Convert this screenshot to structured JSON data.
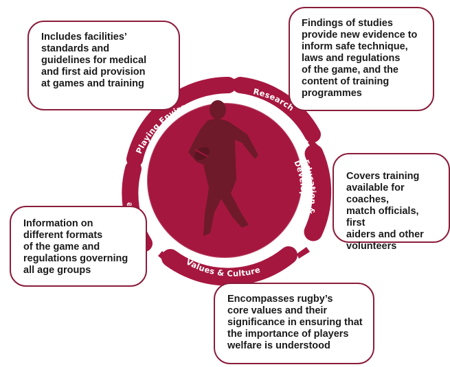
{
  "boxes": {
    "playing": "Includes facilities’\nstandards and\nguidelines for medical\nand first aid provision\nat games and training",
    "research": "Findings of studies\nprovide new evidence to\ninform safe technique,\nlaws and regulations\nof the game, and the\ncontent of training\nprogrammes",
    "education": "Covers training\navailable for coaches,\nmatch officials, first\naiders and other\nvolunteers",
    "game": "Information on\ndifferent formats\nof the game and\nregulations governing\nall age groups",
    "values": "Encompasses rugby’s\ncore values and their\nsignificance in ensuring that\nthe importance of players\nwelfare is understood"
  },
  "ring_labels": {
    "playing": "Playing Environment",
    "research": "Research",
    "education_line1": "Education &",
    "education_line2": "Development",
    "game": "The Game",
    "values": "Values & Culture"
  },
  "colors": {
    "accent": "#a6173f",
    "dark": "#7a1a2e",
    "border": "#8a1c3a"
  },
  "icons": {
    "center": "rugby-player-silhouette-icon"
  }
}
